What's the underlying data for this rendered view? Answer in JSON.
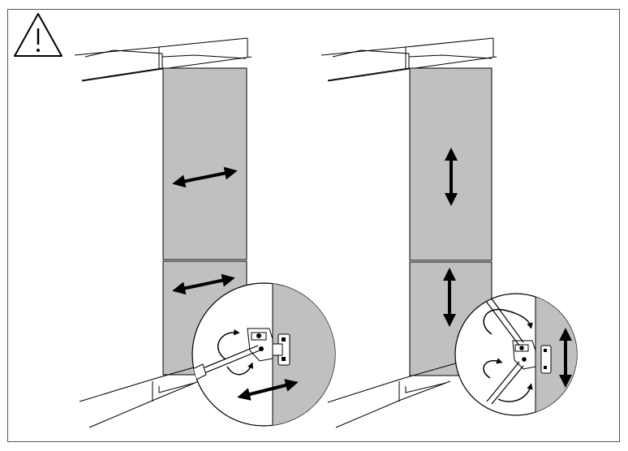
{
  "figure": {
    "warning_icon": "warning-triangle-icon",
    "colors": {
      "panel": "#c0c0c2",
      "line": "#000000",
      "background": "#ffffff",
      "wall": "#e4e4e4"
    },
    "panels": [
      {
        "name": "horizontal-adjustment",
        "arrow_direction": "horizontal",
        "tool_rotation": "single"
      },
      {
        "name": "vertical-adjustment",
        "arrow_direction": "vertical",
        "tool_rotation": "double"
      }
    ]
  }
}
